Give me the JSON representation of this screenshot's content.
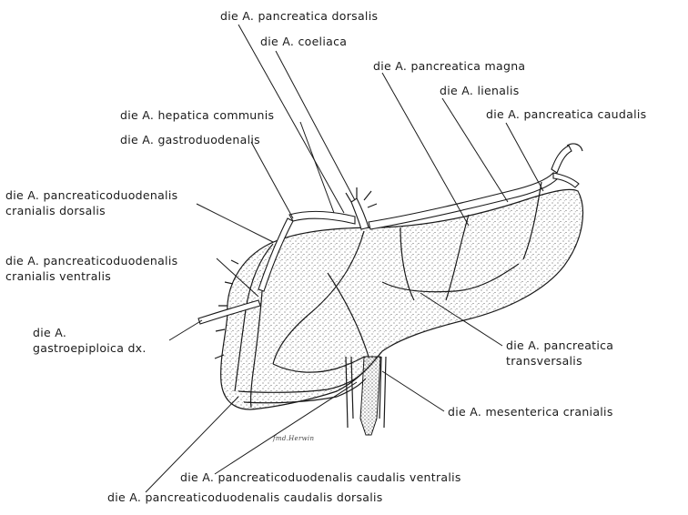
{
  "labels": {
    "pancreatica_dorsalis": "die A. pancreatica dorsalis",
    "coeliaca": "die A. coeliaca",
    "pancreatica_magna": "die A. pancreatica magna",
    "lienalis": "die A. lienalis",
    "pancreatica_caudalis": "die A. pancreatica caudalis",
    "hepatica_communis": "die A. hepatica communis",
    "gastroduodenalis": "die A. gastroduodenalis",
    "pcd_cranialis_dorsalis_line1": "die A. pancreaticoduodenalis",
    "pcd_cranialis_dorsalis_line2": "cranialis dorsalis",
    "pcd_cranialis_ventralis_line1": "die A. pancreaticoduodenalis",
    "pcd_cranialis_ventralis_line2": "cranialis ventralis",
    "gastroepiploica_line1": "die A.",
    "gastroepiploica_line2": "gastroepiploica dx.",
    "pancreatica_transversalis_line1": "die A. pancreatica",
    "pancreatica_transversalis_line2": "transversalis",
    "mesenterica_cranialis": "die A. mesenterica cranialis",
    "pcd_caudalis_ventralis": "die A. pancreaticoduodenalis caudalis ventralis",
    "pcd_caudalis_dorsalis": "die A. pancreaticoduodenalis caudalis dorsalis"
  },
  "signature": "fmd.Herwin"
}
